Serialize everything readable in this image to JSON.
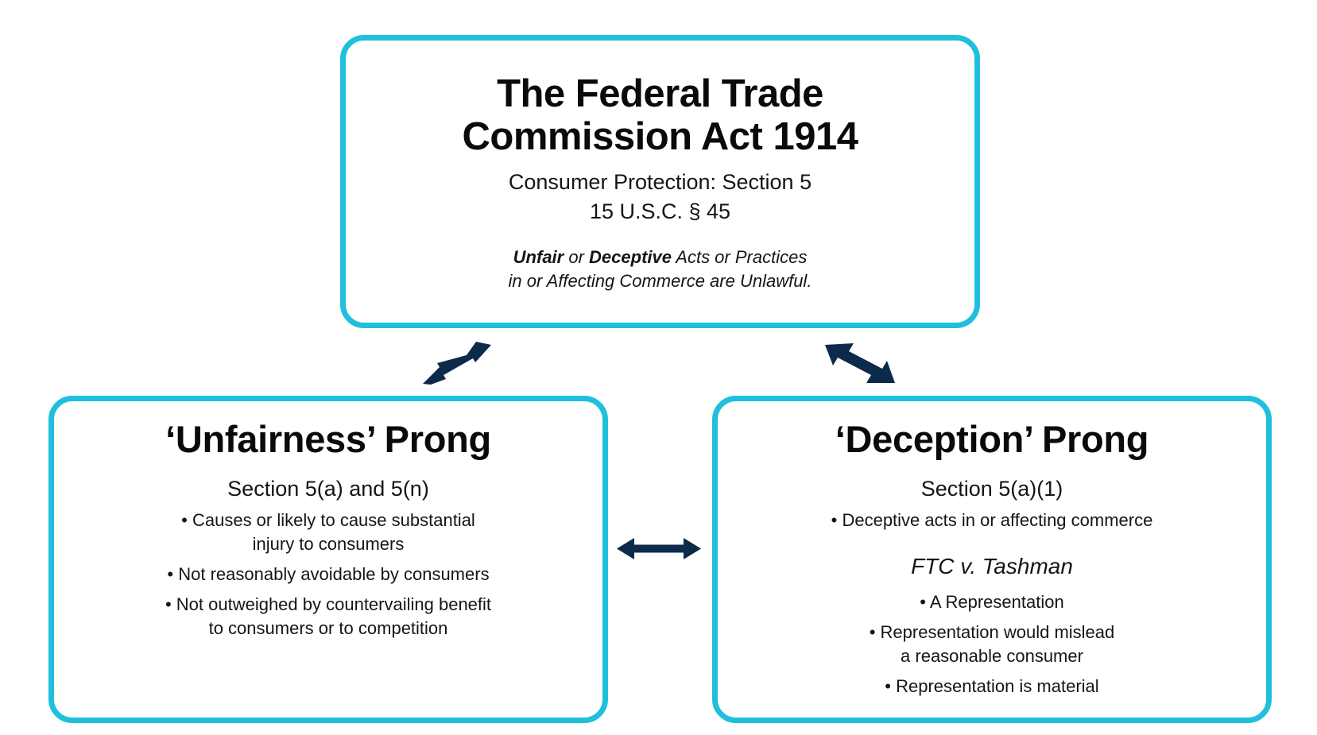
{
  "colors": {
    "box_border": "#1fc0dc",
    "arrow": "#0c2a4a",
    "text": "#111111",
    "background": "#ffffff"
  },
  "top_box": {
    "title_line1": "The Federal Trade",
    "title_line2": "Commission Act 1914",
    "subtitle_line1": "Consumer Protection: Section 5",
    "subtitle_line2": "15 U.S.C. § 45",
    "statement": {
      "bold1": "Unfair",
      "mid1": " or ",
      "bold2": "Deceptive",
      "rest_line1": " Acts or Practices",
      "line2": "in or Affecting Commerce are Unlawful."
    }
  },
  "unfairness_box": {
    "title": "‘Unfairness’ Prong",
    "section": "Section 5(a) and 5(n)",
    "bullets": [
      {
        "line1": "• Causes or likely to cause substantial",
        "line2": "injury to consumers"
      },
      {
        "line1": "• Not reasonably avoidable by consumers",
        "line2": ""
      },
      {
        "line1": "• Not outweighed by countervailing benefit",
        "line2": "to consumers or to competition"
      }
    ]
  },
  "deception_box": {
    "title": "‘Deception’ Prong",
    "section": "Section 5(a)(1)",
    "bullets": [
      {
        "line1": "• Deceptive acts in or affecting commerce"
      }
    ],
    "case_name": "FTC v. Tashman",
    "case_bullets": [
      {
        "line1": "• A Representation",
        "line2": ""
      },
      {
        "line1": "• Representation would mislead",
        "line2": "a reasonable consumer"
      },
      {
        "line1": "• Representation is material",
        "line2": ""
      }
    ]
  },
  "arrows": [
    {
      "name": "top-to-unfairness",
      "icon": "double-arrow-diagonal"
    },
    {
      "name": "top-to-deception",
      "icon": "double-arrow-diagonal"
    },
    {
      "name": "unfairness-to-deception",
      "icon": "double-arrow-horizontal"
    }
  ]
}
